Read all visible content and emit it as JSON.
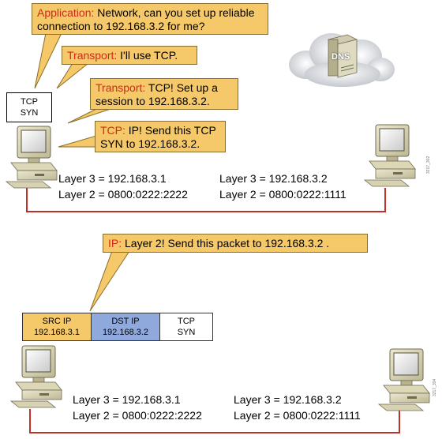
{
  "top_section": {
    "callouts": [
      {
        "lead": "Application:",
        "text": " Network, can you set up reliable connection to 192.168.3.2 for me?"
      },
      {
        "lead": "Transport:",
        "text": " I'll use TCP."
      },
      {
        "lead": "Transport:",
        "text": " TCP! Set up a session to 192.168.3.2."
      },
      {
        "lead": "TCP:",
        "text": " IP! Send this TCP SYN to 192.168.3.2."
      }
    ],
    "tcp_syn_box": {
      "line1": "TCP",
      "line2": "SYN"
    },
    "dns_label": "DNS",
    "left_host": {
      "layer3": "Layer 3 = 192.168.3.1",
      "layer2": "Layer 2 = 0800:0222:2222"
    },
    "right_host": {
      "layer3": "Layer 3 = 192.168.3.2",
      "layer2": "Layer 2 = 0800:0222:1111"
    }
  },
  "bottom_section": {
    "callout": {
      "lead": "IP:",
      "text": " Layer 2! Send this packet to 192.168.3.2 ."
    },
    "packet": {
      "src_label": "SRC IP",
      "src_value": "192.168.3.1",
      "dst_label": "DST IP",
      "dst_value": "192.168.3.2",
      "tcp_line1": "TCP",
      "tcp_line2": "SYN"
    },
    "left_host": {
      "layer3": "Layer 3 = 192.168.3.1",
      "layer2": "Layer 2 = 0800:0222:2222"
    },
    "right_host": {
      "layer3": "Layer 3 = 192.168.3.2",
      "layer2": "Layer 2 = 0800:0222:1111"
    }
  },
  "figure_ids": {
    "top": "3217_302",
    "bottom": "3217_304"
  },
  "colors": {
    "callout": "#f5c86a",
    "lead_text": "#d22a1a",
    "src_cell": "#f5c86a",
    "dst_cell": "#8fa9dc",
    "wire": "#c0302a"
  }
}
